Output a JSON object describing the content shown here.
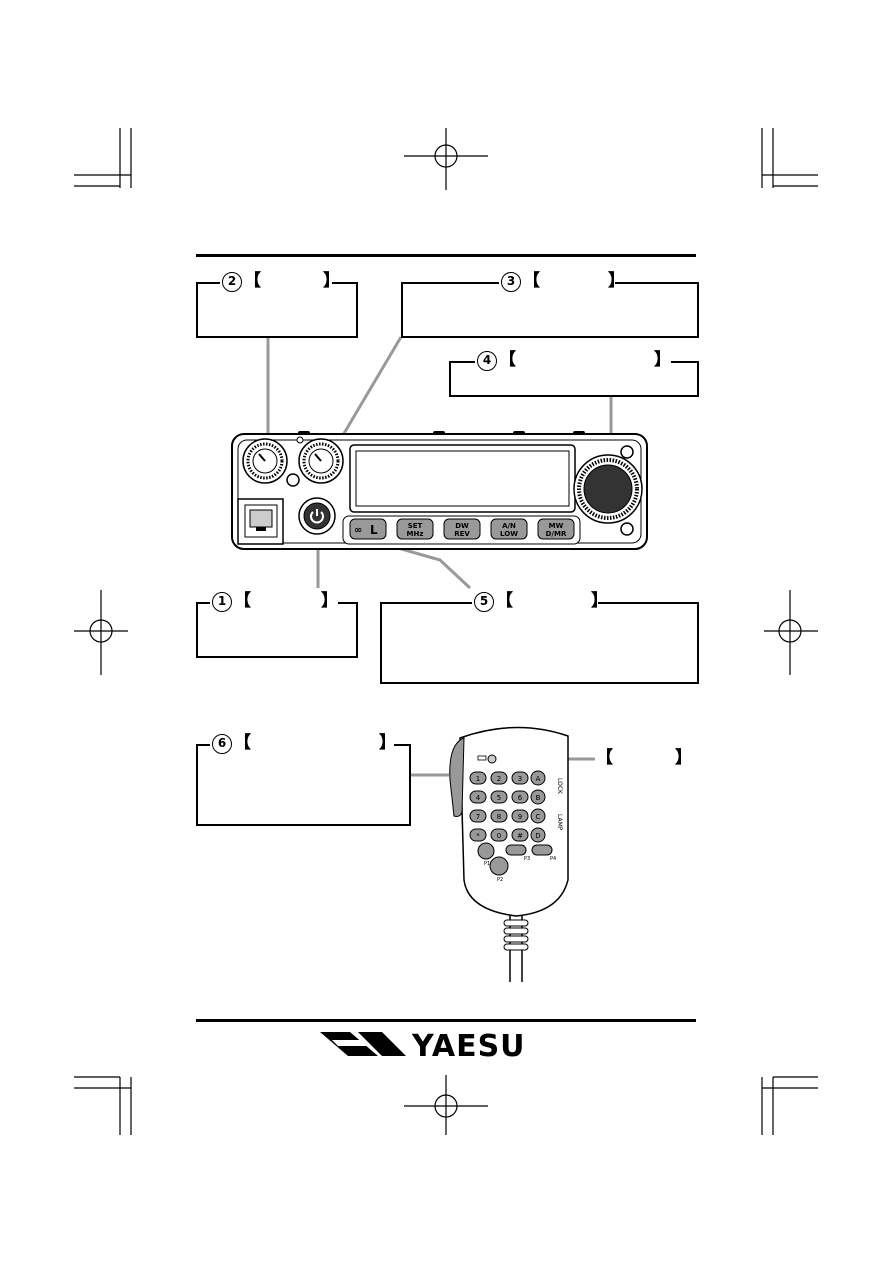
{
  "callouts": {
    "c1": {
      "num": "1",
      "open": "【",
      "close": "】"
    },
    "c2": {
      "num": "2",
      "open": "【",
      "close": "】"
    },
    "c3": {
      "num": "3",
      "open": "【",
      "close": "】"
    },
    "c4": {
      "num": "4",
      "open": "【",
      "close": "】"
    },
    "c5": {
      "num": "5",
      "open": "【",
      "close": "】"
    },
    "c6": {
      "num": "6",
      "open": "【",
      "close": "】"
    },
    "mic_led": {
      "open": "【",
      "close": "】"
    }
  },
  "radio": {
    "buttons": [
      {
        "l1": "",
        "l2": "L"
      },
      {
        "l1": "SET",
        "l2": "MHz"
      },
      {
        "l1": "DW",
        "l2": "REV"
      },
      {
        "l1": "A/N",
        "l2": "LOW"
      },
      {
        "l1": "MW",
        "l2": "D/MR"
      }
    ]
  },
  "mic": {
    "keys": [
      "1",
      "2",
      "3",
      "A",
      "4",
      "5",
      "6",
      "B",
      "7",
      "8",
      "9",
      "C",
      "*",
      "0",
      "#",
      "D"
    ],
    "pf_keys": [
      "P1",
      "P2",
      "P3",
      "P4"
    ],
    "side_labels": [
      "LOCK",
      "LAMP"
    ]
  },
  "brand": {
    "logo_text": "YAESU"
  }
}
